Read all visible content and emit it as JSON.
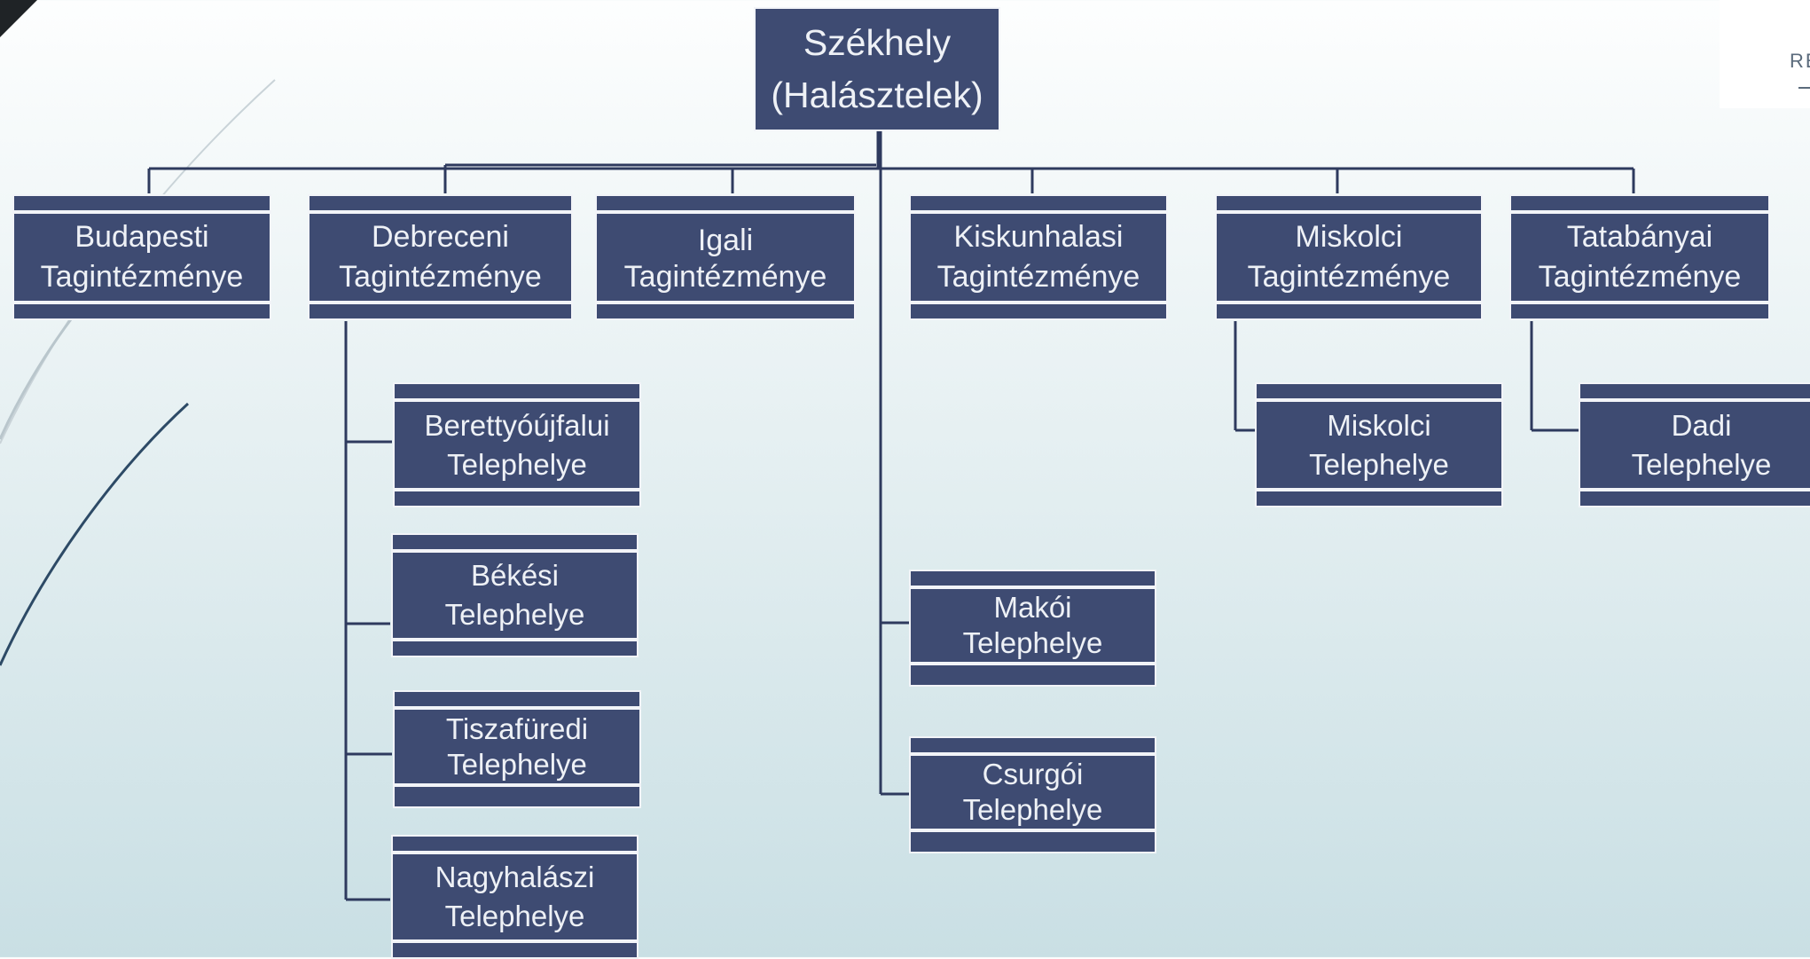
{
  "logo": {
    "text": "RE"
  },
  "chart": {
    "root": {
      "line1": "Székhely",
      "line2": "(Halásztelek)"
    },
    "branches": [
      {
        "line1": "Budapesti",
        "line2": "Tagintézménye"
      },
      {
        "line1": "Debreceni",
        "line2": "Tagintézménye"
      },
      {
        "line1": "Igali",
        "line2": "Tagintézménye"
      },
      {
        "line1": "Kiskunhalasi",
        "line2": "Tagintézménye"
      },
      {
        "line1": "Miskolci",
        "line2": "Tagintézménye"
      },
      {
        "line1": "Tatabányai",
        "line2": "Tagintézménye"
      }
    ],
    "sites": [
      {
        "line1": "Berettyóújfalui",
        "line2": "Telephelye"
      },
      {
        "line1": "Békési",
        "line2": "Telephelye"
      },
      {
        "line1": "Tiszafüredi",
        "line2": "Telephelye"
      },
      {
        "line1": "Nagyhalászi",
        "line2": "Telephelye"
      },
      {
        "line1": "Makói",
        "line2": "Telephelye"
      },
      {
        "line1": "Csurgói",
        "line2": "Telephelye"
      },
      {
        "line1": "Miskolci",
        "line2": "Telephelye"
      },
      {
        "line1": "Dadi",
        "line2": "Telephelye"
      }
    ]
  }
}
